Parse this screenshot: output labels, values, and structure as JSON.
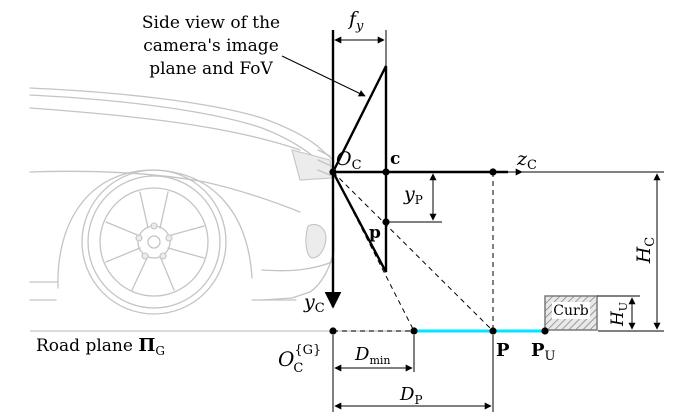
{
  "annotation": {
    "line1": "Side view of the",
    "line2": "camera's image",
    "line3": "plane and FoV"
  },
  "labels": {
    "fy": "f",
    "fy_sub": "y",
    "oc": "O",
    "oc_sub": "C",
    "c": "c",
    "zc": "z",
    "zc_sub": "C",
    "yp": "y",
    "yp_sub": "P",
    "p_img": "p",
    "hc": "H",
    "hc_sub": "C",
    "yc": "y",
    "yc_sub": "C",
    "curb": "Curb",
    "hu": "H",
    "hu_sub": "U",
    "road": "Road plane ",
    "road_pi": "Π",
    "road_sub": "G",
    "ocg": "O",
    "ocg_sub": "C",
    "ocg_sup": "{G}",
    "dmin": "D",
    "dmin_sub": "min",
    "P": "P",
    "PU": "P",
    "PU_sub": "U",
    "dp": "D",
    "dp_sub": "P"
  },
  "colors": {
    "highlight": "#00e5ff",
    "car": "#c4c4c4"
  }
}
